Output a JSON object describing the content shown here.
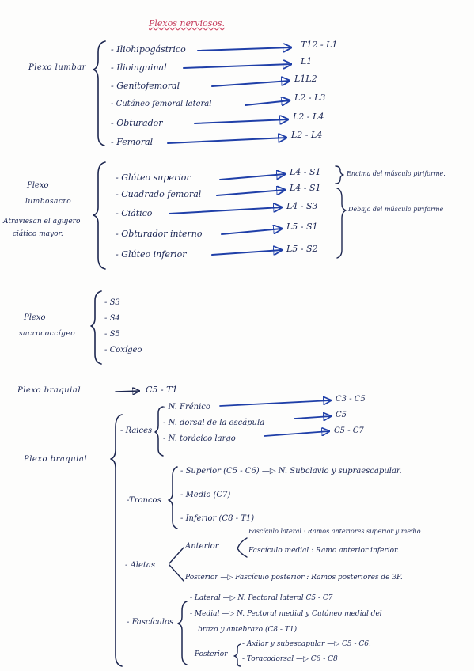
{
  "title": "Plexos nerviosos.",
  "lumbar": {
    "label": "Plexo lumbar",
    "items": [
      {
        "nerve": "Iliohipogástrico",
        "roots": "T12 - L1"
      },
      {
        "nerve": "Ilioinguinal",
        "roots": "L1"
      },
      {
        "nerve": "Genitofemoral",
        "roots": "L1L2"
      },
      {
        "nerve": "Cutáneo femoral lateral",
        "roots": "L2 - L3"
      },
      {
        "nerve": "Obturador",
        "roots": "L2 - L4"
      },
      {
        "nerve": "Femoral",
        "roots": "L2 - L4"
      }
    ]
  },
  "lumbosacro": {
    "label_line1": "Plexo",
    "label_line2": "lumbosacro",
    "note_line1": "Atraviesan el agujero",
    "note_line2": "ciático mayor.",
    "items": [
      {
        "nerve": "Glúteo superior",
        "roots": "L4 - S1"
      },
      {
        "nerve": "Cuadrado femoral",
        "roots": "L4 - S1"
      },
      {
        "nerve": "Ciático",
        "roots": "L4 - S3"
      },
      {
        "nerve": "Obturador interno",
        "roots": "L5 - S1"
      },
      {
        "nerve": "Glúteo inferior",
        "roots": "L5 - S2"
      }
    ],
    "above_note": "Encima del músculo piriforme.",
    "below_note": "Debajo del músculo piriforme"
  },
  "sacrococcigeo": {
    "label_line1": "Plexo",
    "label_line2": "sacrococcígeo",
    "items": [
      "S3",
      "S4",
      "S5",
      "Coxígeo"
    ]
  },
  "braquial_summary": {
    "label": "Plexo braquial",
    "roots": "C5 - T1"
  },
  "braquial": {
    "label": "Plexo braquial",
    "raices": {
      "label": "Raices",
      "items": [
        {
          "nerve": "N. Frénico",
          "roots": "C3 - C5"
        },
        {
          "nerve": "N. dorsal de la escápula",
          "roots": "C5"
        },
        {
          "nerve": "N. torácico largo",
          "roots": "C5 - C7"
        }
      ]
    },
    "troncos": {
      "label": "Troncos",
      "superior": "Superior (C5 - C6) —▷ N. Subclavio y supraescapular.",
      "medio": "Medio (C7)",
      "inferior": "Inferior (C8 - T1)"
    },
    "aletas": {
      "label": "Aletas",
      "anterior": "Anterior",
      "fasc_lateral": "Fascículo lateral : Ramos anteriores superior y medio",
      "fasc_medial": "Fascículo medial : Ramo anterior inferior.",
      "posterior": "Posterior —▷ Fascículo posterior : Ramos posteriores de 3F."
    },
    "fasciculos": {
      "label": "Fascículos",
      "lateral": "Lateral —▷ N. Pectoral lateral C5 - C7",
      "medial_line1": "Medial —▷ N. Pectoral medial y Cutáneo medial del",
      "medial_line2": "brazo y antebrazo (C8 - T1).",
      "posterior": "Posterior",
      "post_line1": "Axilar y subescapular —▷ C5 - C6.",
      "post_line2": "Toracodorsal —▷ C6 - C8"
    }
  }
}
